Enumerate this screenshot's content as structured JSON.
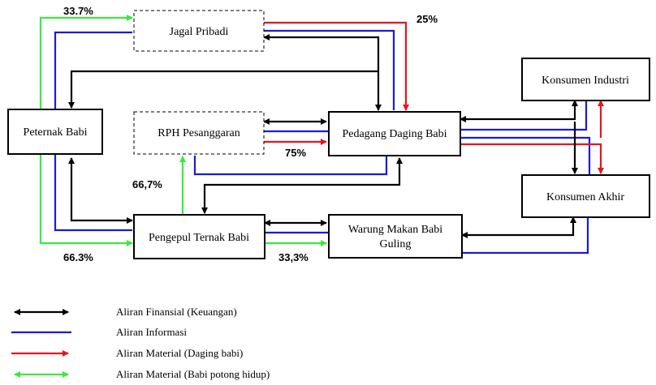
{
  "nodes": {
    "peternak": "Peternak Babi",
    "jagal": "Jagal Pribadi",
    "rph": "RPH Pesanggaran",
    "pedagang": "Pedagang Daging Babi",
    "pengepul": "Pengepul Ternak Babi",
    "warung_line1": "Warung Makan Babi",
    "warung_line2": "Guling",
    "konsumen_industri": "Konsumen Industri",
    "konsumen_akhir": "Konsumen Akhir"
  },
  "percentages": {
    "to_jagal": "33.7%",
    "jagal_to_pedagang": "25%",
    "rph_to_pedagang": "75%",
    "pengepul_to_rph": "66,7%",
    "to_pengepul": "66.3%",
    "pengepul_to_warung": "33,3%"
  },
  "legend": [
    {
      "label": "Aliran Finansial (Keuangan)",
      "color": "#000000",
      "arrow": "double-arrow-icon"
    },
    {
      "label": "Aliran Informasi",
      "color": "#1a1adc",
      "arrow": "line-icon"
    },
    {
      "label": "Aliran Material (Daging babi)",
      "color": "#e8141e",
      "arrow": "arrow-right-icon"
    },
    {
      "label": "Aliran Material (Babi potong hidup)",
      "color": "#3de83d",
      "arrow": "double-arrow-icon"
    }
  ],
  "colors": {
    "financial": "#000000",
    "information": "#1a1adc",
    "meat": "#e8141e",
    "live_pig": "#3de83d"
  }
}
